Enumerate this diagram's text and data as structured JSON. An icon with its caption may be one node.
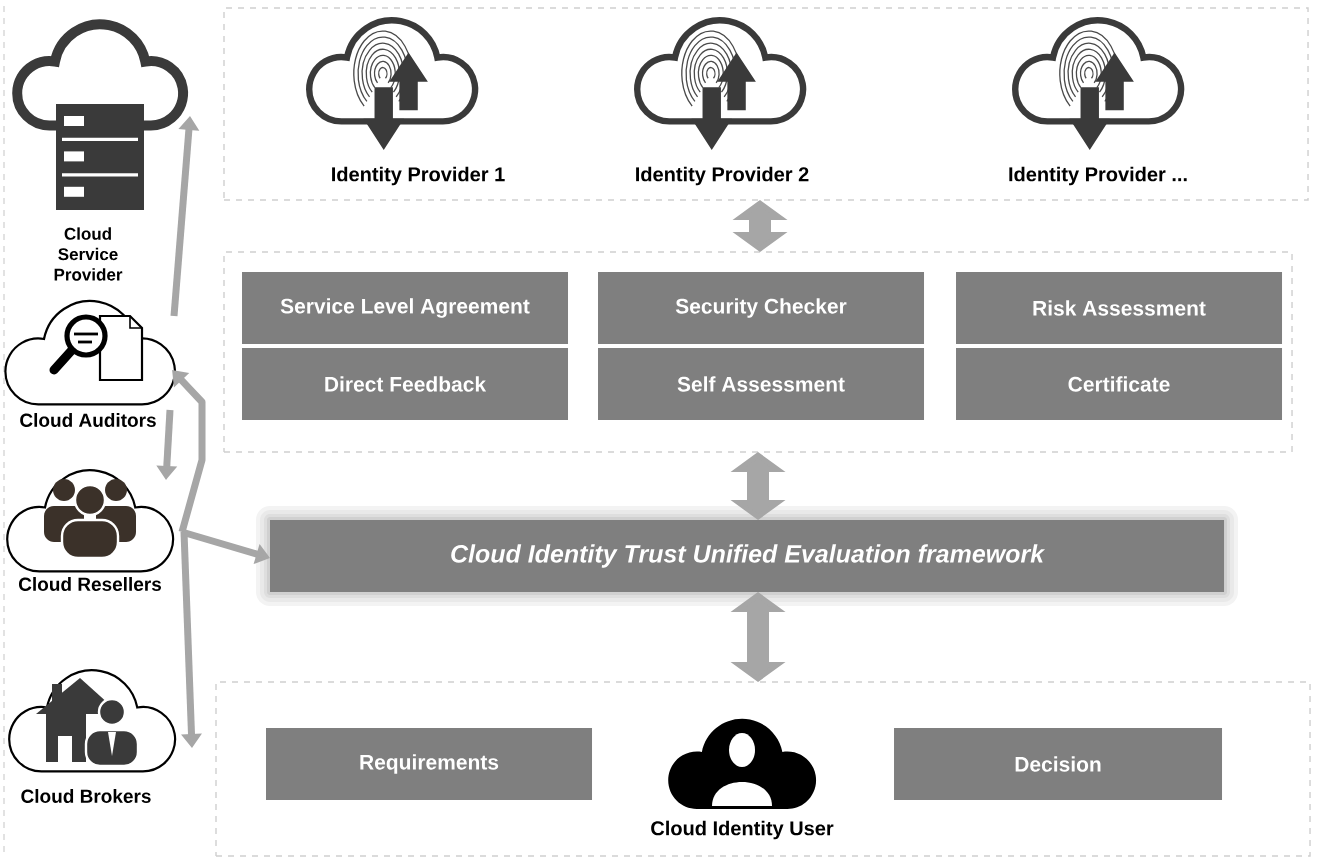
{
  "diagram": {
    "nodes": [
      {
        "text": [
          "Cloud Service Provider"
        ]
      },
      {
        "text": [],
        "shape": "box"
      },
      {
        "text": [
          "Identity Provider 1"
        ],
        "in": 1
      },
      {
        "text": [
          "Identity Provider 2"
        ],
        "in": 1
      },
      {
        "text": [
          "Identity Provider ..."
        ],
        "in": 1
      },
      {
        "text": [
          "Cloud Auditors"
        ]
      },
      {
        "text": [],
        "shape": "box"
      },
      {
        "text": [
          "Service Level Agreement"
        ],
        "in": 6
      },
      {
        "text": [
          "Security Checker"
        ],
        "in": 6
      },
      {
        "text": [
          "Risk Assessment"
        ],
        "in": 6
      },
      {
        "text": [
          "Direct Feedback"
        ],
        "in": 6
      },
      {
        "text": [
          "Self Assessment"
        ],
        "in": 6
      },
      {
        "text": [
          "Certificate"
        ],
        "in": 6
      },
      {
        "text": [
          "Cloud Resellers"
        ]
      },
      {
        "text": [
          "Cloud Identity Trust Unified Evaluation framework"
        ]
      },
      {
        "text": [
          "Cloud Brokers"
        ]
      },
      {
        "text": [],
        "shape": "box"
      },
      {
        "text": [
          "Requirements"
        ],
        "in": 16
      },
      {
        "text": [
          "Cloud Identity User"
        ],
        "in": 16
      },
      {
        "text": [
          "Decision"
        ],
        "in": 16
      }
    ],
    "edges": [
      {
        "from": 5,
        "to": 0,
        "arrow": "to"
      },
      {
        "from": 5,
        "to": 13,
        "arrow": "to"
      },
      {
        "from": 13,
        "to": 5,
        "arrow": "to"
      },
      {
        "from": 13,
        "to": 14,
        "arrow": "to"
      },
      {
        "from": 13,
        "to": 15,
        "arrow": "to"
      },
      {
        "from": 1,
        "to": 6,
        "arrow": "both",
        "style": "thick"
      },
      {
        "from": 6,
        "to": 14,
        "arrow": "both",
        "style": "thick"
      },
      {
        "from": 14,
        "to": 16,
        "arrow": "both",
        "style": "thick"
      }
    ]
  }
}
